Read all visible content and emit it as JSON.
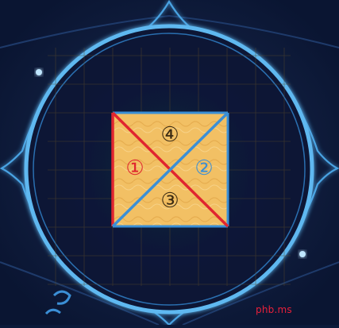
{
  "puzzle": {
    "pieces": [
      {
        "id": "piece-1",
        "label": "①",
        "color": "#e0252f"
      },
      {
        "id": "piece-2",
        "label": "②",
        "color": "#3b8fd6"
      },
      {
        "id": "piece-3",
        "label": "③",
        "color": "#3a2a12"
      },
      {
        "id": "piece-4",
        "label": "④",
        "color": "#3a2a12"
      }
    ],
    "tile_color": "#f2c064",
    "frame_color": "#5fb8f0",
    "background_color": "#0c1a3a"
  },
  "watermark": {
    "text": "phb.ms"
  }
}
